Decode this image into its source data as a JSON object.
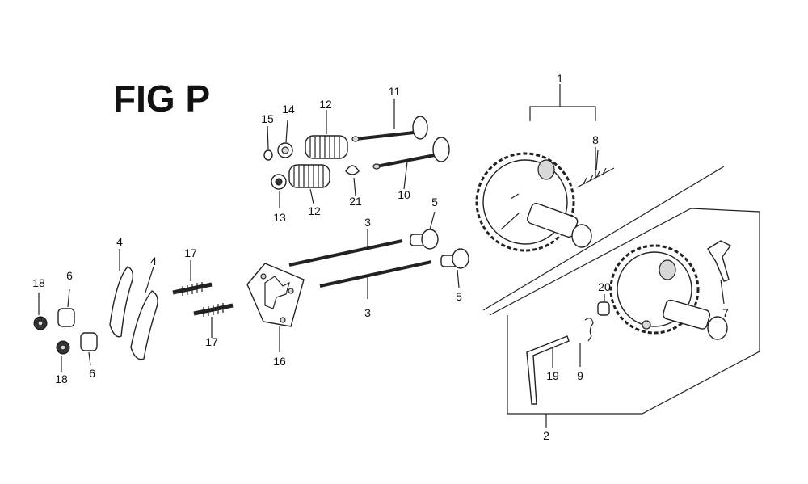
{
  "figure": {
    "title": "FIG P"
  },
  "callouts": {
    "c1": "1",
    "c2": "2",
    "c3a": "3",
    "c3b": "3",
    "c4a": "4",
    "c4b": "4",
    "c5a": "5",
    "c5b": "5",
    "c6a": "6",
    "c6b": "6",
    "c7": "7",
    "c8": "8",
    "c9": "9",
    "c10": "10",
    "c11": "11",
    "c12a": "12",
    "c12b": "12",
    "c13": "13",
    "c14": "14",
    "c15": "15",
    "c16": "16",
    "c17a": "17",
    "c17b": "17",
    "c18a": "18",
    "c18b": "18",
    "c19": "19",
    "c20": "20",
    "c21": "21"
  }
}
